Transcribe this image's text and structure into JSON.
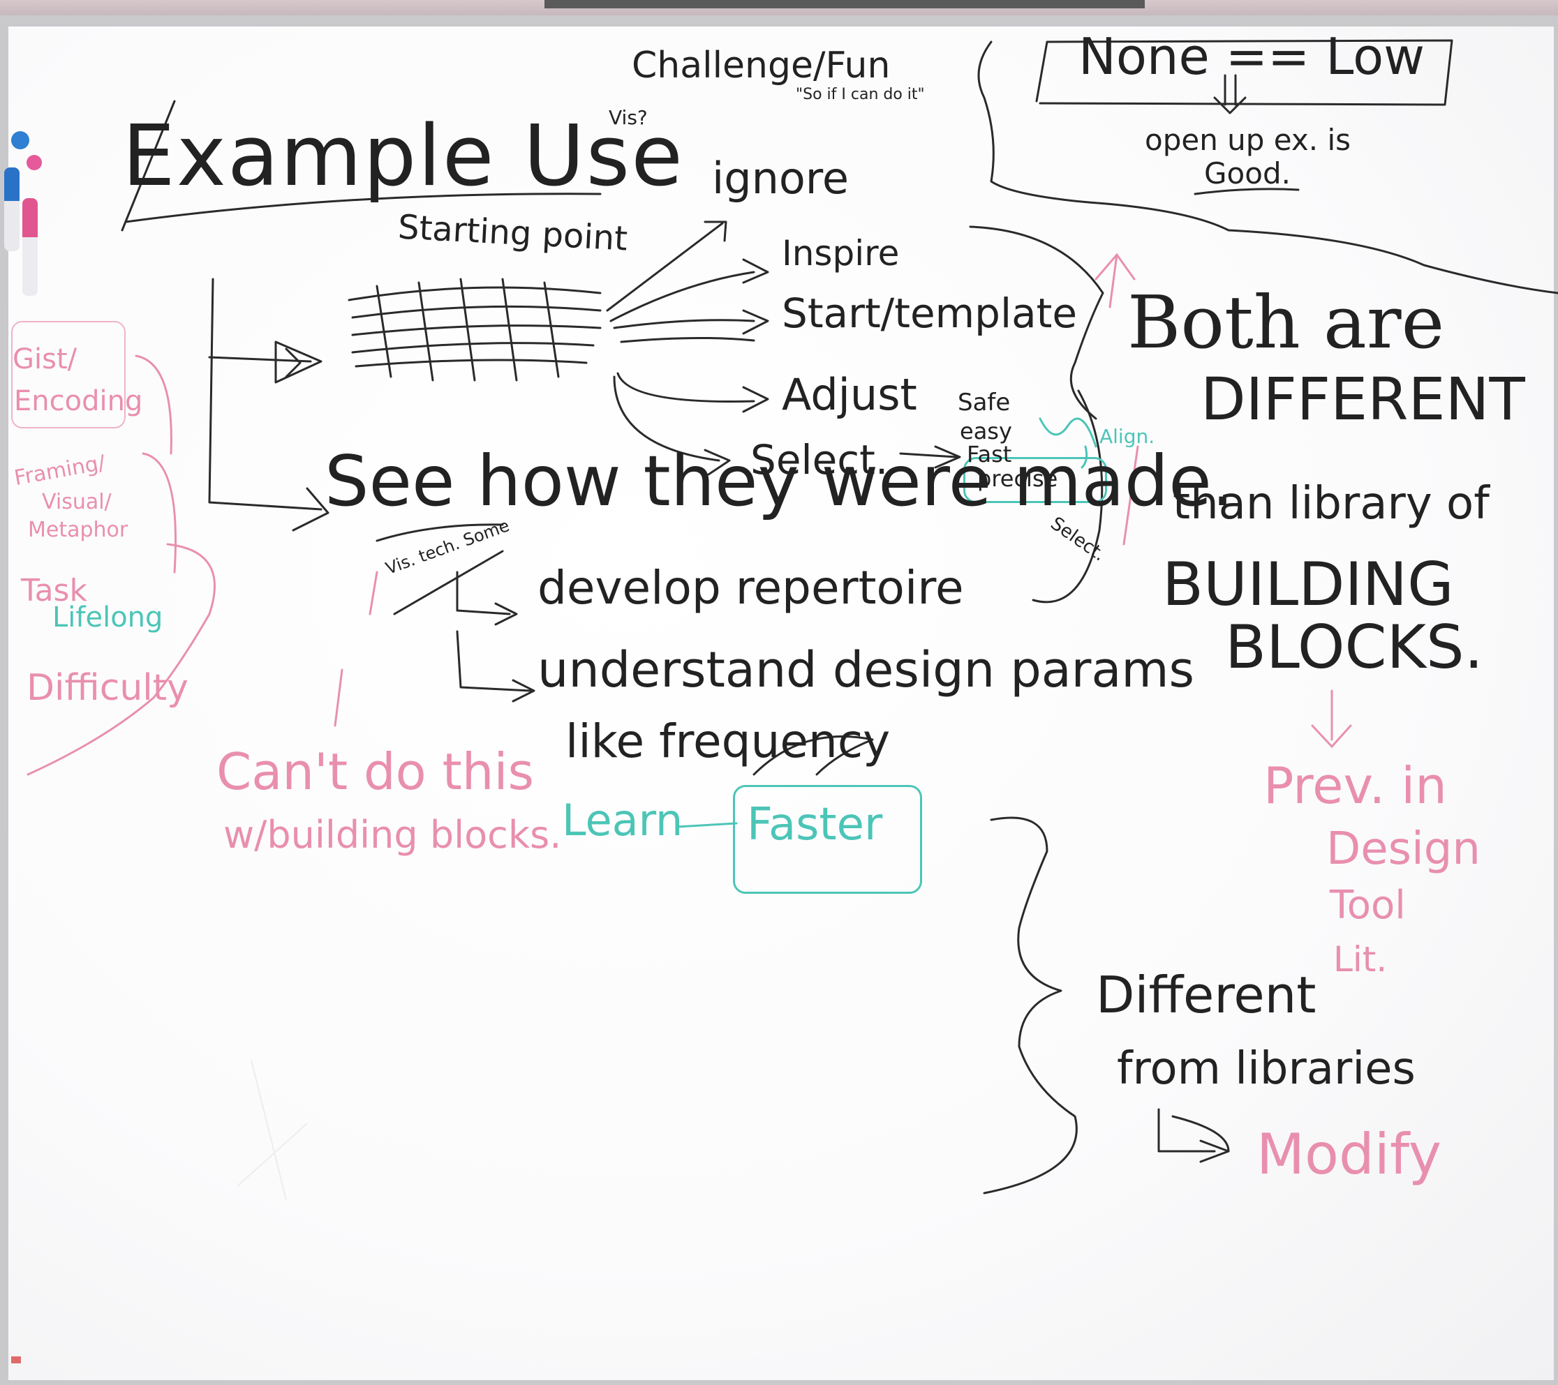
{
  "whiteboard": {
    "title": "Example Use",
    "header_note": "Challenge/Fun",
    "header_quote": "\"So if I can do it\"",
    "vis_note": "Vis?",
    "none_low": "None == Low",
    "open_up": "open up ex. is",
    "good": "Good.",
    "starting_point": "Starting point",
    "ignore": "ignore",
    "inspire": "Inspire",
    "start_template": "Start/template",
    "adjust": "Adjust",
    "select": "Select.",
    "safe": "Safe",
    "easy": "easy",
    "fast": "Fast",
    "precise": "precise",
    "align": "Align.",
    "see_how": "See how they were made.",
    "vis_tech": "Vis. tech. Some",
    "develop": "develop repertoire",
    "understand": "understand design params",
    "like_frequency": "like frequency",
    "learn": "Learn",
    "faster": "Faster",
    "select_small": "Select.",
    "both_are": "Both are",
    "different": "DIFFERENT",
    "than_library": "than library of",
    "building": "BUILDING",
    "blocks": "BLOCKS.",
    "prev_in": "Prev. in",
    "design": "Design",
    "tool": "Tool",
    "lit": "Lit.",
    "different_from": "Different",
    "from_libraries": "from libraries",
    "modify": "Modify",
    "cant_do": "Can't do this",
    "w_building_blocks": "w/building blocks.",
    "gist_encoding": [
      "Gist/",
      "Encoding"
    ],
    "framing": [
      "Framing/",
      "Visual/",
      "Metaphor"
    ],
    "task": "Task",
    "lifelong": "Lifelong",
    "difficulty": "Difficulty"
  },
  "colors": {
    "black_marker": "#222222",
    "pink_marker": "#e98fae",
    "teal_marker": "#4cc5b7",
    "board": "#ffffff"
  },
  "objects": {
    "markers": [
      "blue-marker",
      "pink-marker"
    ],
    "magnets": [
      "blue-magnet",
      "pink-magnet"
    ]
  }
}
